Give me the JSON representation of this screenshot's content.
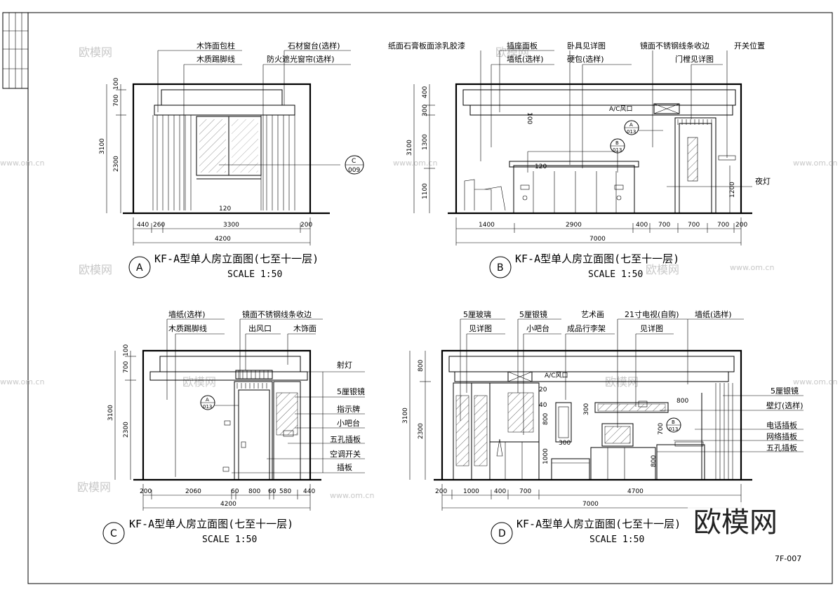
{
  "sheet": {
    "number": "7F-007",
    "brand": "欧模网"
  },
  "watermark": {
    "text": "欧模网",
    "domain": "www.om.cn"
  },
  "views": {
    "a": {
      "letter": "A",
      "title": "KF-A型单人房立面图(七至十一层)",
      "scale": "SCALE 1:50",
      "labels": [
        "木饰面包柱",
        "木质踢脚线",
        "石材窗台(选样)",
        "防火遮光窗帘(选样)"
      ],
      "callout": {
        "top": "C",
        "bottom": "009"
      },
      "dims_v": [
        "100",
        "700",
        "2300",
        "3100"
      ],
      "dims_h": [
        "440",
        "260",
        "3300",
        "200",
        "4200"
      ],
      "small": [
        "120"
      ]
    },
    "b": {
      "letter": "B",
      "title": "KF-A型单人房立面图(七至十一层)",
      "scale": "SCALE 1:50",
      "labels": [
        "纸面石膏板面涂乳胶漆",
        "插座面板",
        "墙纸(选样)",
        "卧具见详图",
        "硬包(选样)",
        "镜面不锈钢线条收边",
        "门樘见详图",
        "开关位置",
        "A/C风口",
        "夜灯"
      ],
      "callouts": [
        {
          "top": "A",
          "bottom": "013"
        },
        {
          "top": "B",
          "bottom": "013"
        }
      ],
      "dims_v": [
        "400",
        "300",
        "1300",
        "1100",
        "3100",
        "1200"
      ],
      "dims_h": [
        "1400",
        "2900",
        "400",
        "700",
        "700",
        "700",
        "200",
        "7000"
      ],
      "small": [
        "100",
        "120"
      ]
    },
    "c": {
      "letter": "C",
      "title": "KF-A型单人房立面图(七至十一层)",
      "scale": "SCALE 1:50",
      "labels": [
        "墙纸(选样)",
        "木质踢脚线",
        "镜面不锈钢线条收边",
        "出风口",
        "木饰面",
        "射灯",
        "5厘银镜",
        "指示牌",
        "小吧台",
        "五孔插板",
        "空调开关",
        "插板"
      ],
      "callout": {
        "top": "A",
        "bottom": "013"
      },
      "dims_v": [
        "100",
        "700",
        "2300",
        "3100"
      ],
      "dims_h": [
        "200",
        "2060",
        "60",
        "800",
        "60",
        "580",
        "440",
        "4200"
      ]
    },
    "d": {
      "letter": "D",
      "title": "KF-A型单人房立面图(七至十一层)",
      "scale": "SCALE 1:50",
      "labels": [
        "5厘玻璃",
        "见详图",
        "5厘银镜",
        "小吧台",
        "艺术画",
        "成品行李架",
        "21寸电视(自购)",
        "见详图",
        "墙纸(选样)",
        "5厘银镜",
        "壁灯(选样)",
        "电话插板",
        "网络插板",
        "五孔插板",
        "A/C风口"
      ],
      "callout": {
        "top": "B",
        "bottom": "013"
      },
      "dims_v": [
        "800",
        "2300",
        "3100"
      ],
      "dims_h": [
        "200",
        "1000",
        "400",
        "700",
        "4700",
        "7000"
      ],
      "small": [
        "20",
        "40",
        "800",
        "300",
        "1000",
        "300",
        "800",
        "700",
        "800"
      ]
    }
  }
}
